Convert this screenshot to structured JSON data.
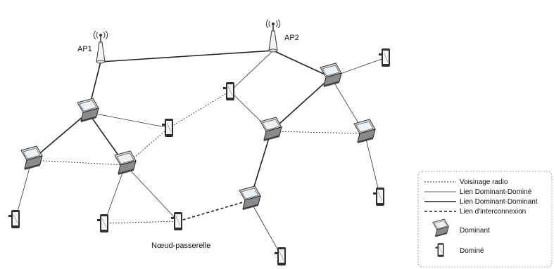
{
  "ap_labels": {
    "ap1": "AP1",
    "ap2": "AP2"
  },
  "gateway_label": "Nœud-passerelle",
  "legend": {
    "voisinage": "Voisinage radio",
    "dom_domine": "Lien Dominant-Dominé",
    "dom_dom": "Lien Dominant-Dominant",
    "interconnexion": "Lien d'interconnexion",
    "dominant": "Dominant",
    "domine": "Dominé"
  },
  "colors": {
    "line": "#222222",
    "device": "#3a3a3a",
    "screen": "#e9f2f7",
    "border": "#888888"
  }
}
